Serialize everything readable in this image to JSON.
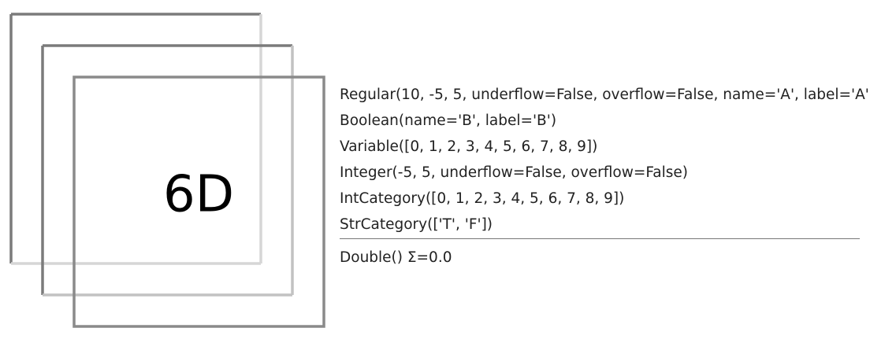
{
  "figure": {
    "dimension_label": "6D",
    "stroke_colors": {
      "dark": "#7b7b7b",
      "light": "#d6d6d6",
      "medium": "#c2c2c2"
    }
  },
  "axes": [
    "Regular(10, -5, 5, underflow=False, overflow=False, name='A', label='A')",
    "Boolean(name='B', label='B')",
    "Variable([0, 1, 2, 3, 4, 5, 6, 7, 8, 9])",
    "Integer(-5, 5, underflow=False, overflow=False)",
    "IntCategory([0, 1, 2, 3, 4, 5, 6, 7, 8, 9])",
    "StrCategory(['T', 'F'])"
  ],
  "storage": "Double() Σ=0.0",
  "colors": {
    "text": "#222222",
    "rule": "#777777"
  }
}
